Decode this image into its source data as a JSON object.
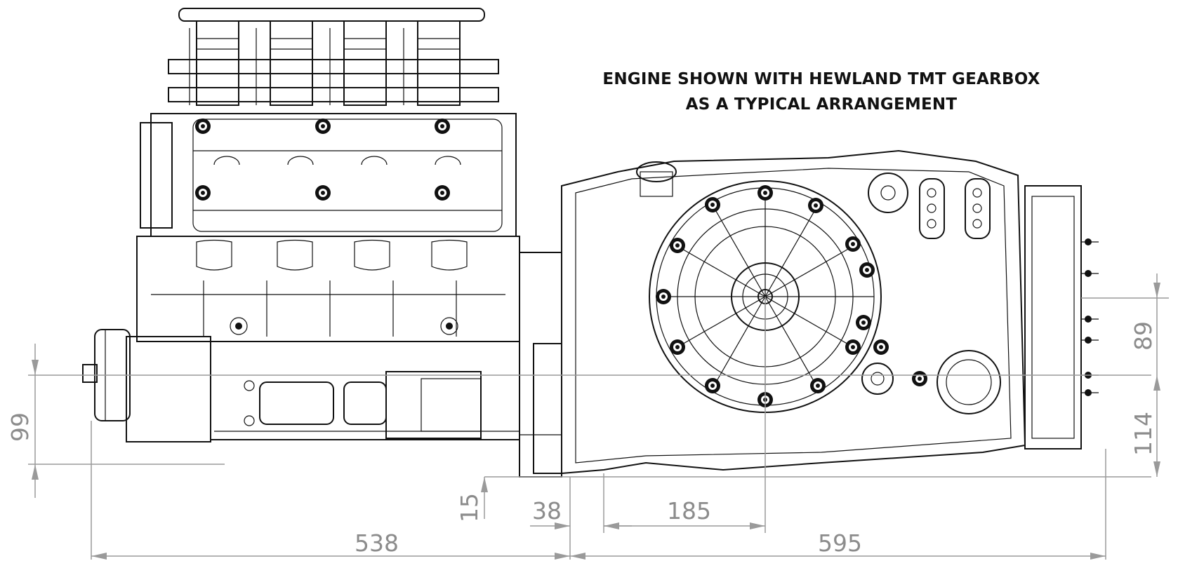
{
  "note": {
    "line1": "ENGINE SHOWN WITH HEWLAND TMT GEARBOX",
    "line2": "AS A TYPICAL ARRANGEMENT"
  },
  "dimensions": {
    "overall_engine": "538",
    "overall_gearbox": "595",
    "adapter_offset": "38",
    "bellhousing_to_centre": "185",
    "sump_offset": "15",
    "crank_height_left": "99",
    "centre_to_output": "89",
    "output_to_base": "114"
  }
}
